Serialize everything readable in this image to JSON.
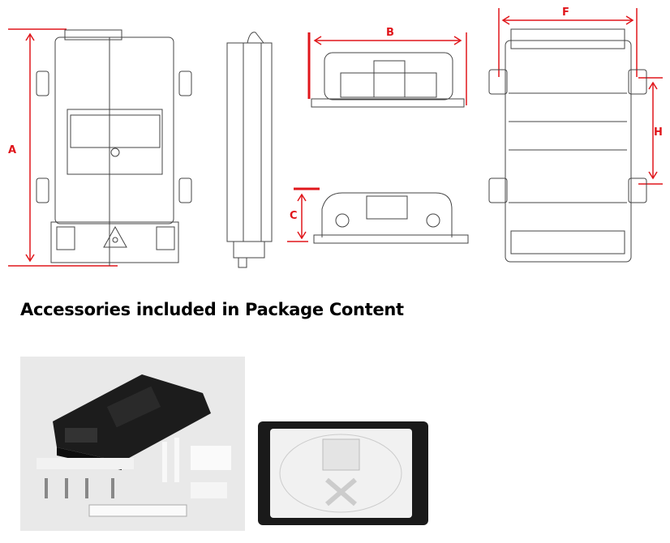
{
  "drawings": {
    "dimension_labels": {
      "a": "A",
      "b": "B",
      "c": "C",
      "f": "F",
      "h": "H"
    }
  },
  "section": {
    "heading": "Accessories included in Package Content"
  },
  "colors": {
    "dimension": "#e0161b",
    "line": "#444444"
  }
}
